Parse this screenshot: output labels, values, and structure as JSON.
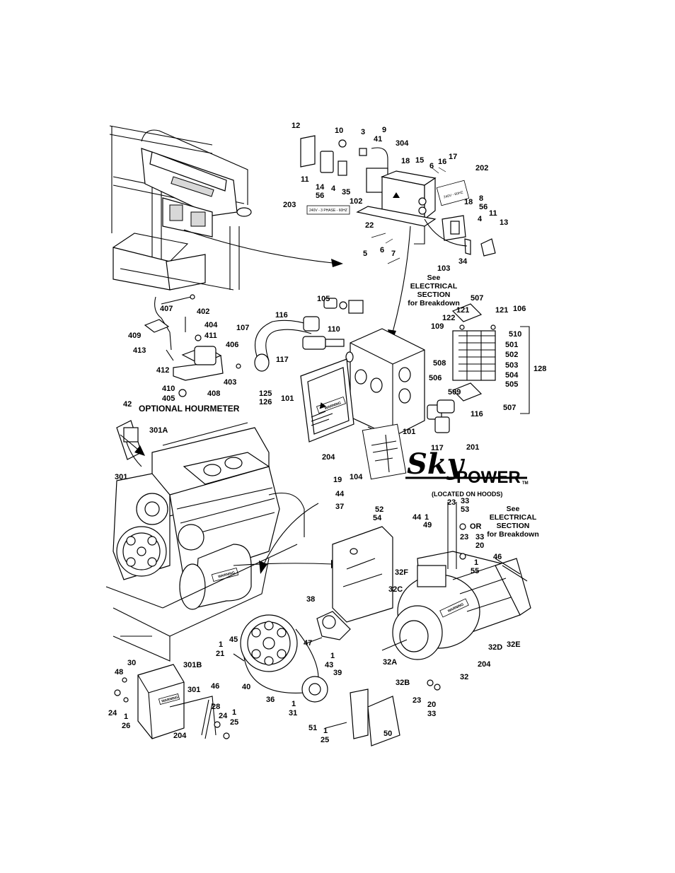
{
  "labels": [
    {
      "id": "12",
      "text": "12"
    },
    {
      "id": "10",
      "text": "10"
    },
    {
      "id": "3",
      "text": "3"
    },
    {
      "id": "9",
      "text": "9"
    },
    {
      "id": "41",
      "text": "41"
    },
    {
      "id": "304",
      "text": "304"
    },
    {
      "id": "18a",
      "text": "18"
    },
    {
      "id": "15",
      "text": "15"
    },
    {
      "id": "6a",
      "text": "6"
    },
    {
      "id": "16",
      "text": "16"
    },
    {
      "id": "17",
      "text": "17"
    },
    {
      "id": "202",
      "text": "202"
    },
    {
      "id": "11a",
      "text": "11"
    },
    {
      "id": "14",
      "text": "14"
    },
    {
      "id": "56a",
      "text": "56"
    },
    {
      "id": "4a",
      "text": "4"
    },
    {
      "id": "35",
      "text": "35"
    },
    {
      "id": "203",
      "text": "203"
    },
    {
      "id": "102",
      "text": "102"
    },
    {
      "id": "8",
      "text": "8"
    },
    {
      "id": "18b",
      "text": "18"
    },
    {
      "id": "56b",
      "text": "56"
    },
    {
      "id": "11b",
      "text": "11"
    },
    {
      "id": "4b",
      "text": "4"
    },
    {
      "id": "13",
      "text": "13"
    },
    {
      "id": "22",
      "text": "22"
    },
    {
      "id": "5",
      "text": "5"
    },
    {
      "id": "6b",
      "text": "6"
    },
    {
      "id": "7",
      "text": "7"
    },
    {
      "id": "34",
      "text": "34"
    },
    {
      "id": "103",
      "text": "103"
    },
    {
      "id": "105",
      "text": "105"
    },
    {
      "id": "507a",
      "text": "507"
    },
    {
      "id": "121a",
      "text": "121"
    },
    {
      "id": "121b",
      "text": "121"
    },
    {
      "id": "106",
      "text": "106"
    },
    {
      "id": "122",
      "text": "122"
    },
    {
      "id": "109",
      "text": "109"
    },
    {
      "id": "116a",
      "text": "116"
    },
    {
      "id": "110",
      "text": "110"
    },
    {
      "id": "107",
      "text": "107"
    },
    {
      "id": "407",
      "text": "407"
    },
    {
      "id": "402",
      "text": "402"
    },
    {
      "id": "404",
      "text": "404"
    },
    {
      "id": "411",
      "text": "411"
    },
    {
      "id": "409",
      "text": "409"
    },
    {
      "id": "406",
      "text": "406"
    },
    {
      "id": "413",
      "text": "413"
    },
    {
      "id": "412",
      "text": "412"
    },
    {
      "id": "403",
      "text": "403"
    },
    {
      "id": "408",
      "text": "408"
    },
    {
      "id": "410",
      "text": "410"
    },
    {
      "id": "405",
      "text": "405"
    },
    {
      "id": "117a",
      "text": "117"
    },
    {
      "id": "510",
      "text": "510"
    },
    {
      "id": "501",
      "text": "501"
    },
    {
      "id": "502",
      "text": "502"
    },
    {
      "id": "508",
      "text": "508"
    },
    {
      "id": "503",
      "text": "503"
    },
    {
      "id": "504",
      "text": "504"
    },
    {
      "id": "506",
      "text": "506"
    },
    {
      "id": "505",
      "text": "505"
    },
    {
      "id": "509",
      "text": "509"
    },
    {
      "id": "128",
      "text": "128"
    },
    {
      "id": "507b",
      "text": "507"
    },
    {
      "id": "125",
      "text": "125"
    },
    {
      "id": "126",
      "text": "126"
    },
    {
      "id": "101a",
      "text": "101"
    },
    {
      "id": "116b",
      "text": "116"
    },
    {
      "id": "42",
      "text": "42"
    },
    {
      "id": "301A",
      "text": "301A"
    },
    {
      "id": "101b",
      "text": "101"
    },
    {
      "id": "117b",
      "text": "117"
    },
    {
      "id": "201",
      "text": "201"
    },
    {
      "id": "204a",
      "text": "204"
    },
    {
      "id": "301",
      "text": "301"
    },
    {
      "id": "104",
      "text": "104"
    },
    {
      "id": "19",
      "text": "19"
    },
    {
      "id": "44a",
      "text": "44"
    },
    {
      "id": "37",
      "text": "37"
    },
    {
      "id": "23a",
      "text": "23"
    },
    {
      "id": "33a",
      "text": "33"
    },
    {
      "id": "53",
      "text": "53"
    },
    {
      "id": "52",
      "text": "52"
    },
    {
      "id": "54",
      "text": "54"
    },
    {
      "id": "44b",
      "text": "44"
    },
    {
      "id": "1a",
      "text": "1"
    },
    {
      "id": "49",
      "text": "49"
    },
    {
      "id": "23b",
      "text": "23"
    },
    {
      "id": "33b",
      "text": "33"
    },
    {
      "id": "20a",
      "text": "20"
    },
    {
      "id": "46a",
      "text": "46"
    },
    {
      "id": "1b",
      "text": "1"
    },
    {
      "id": "55",
      "text": "55"
    },
    {
      "id": "32F",
      "text": "32F"
    },
    {
      "id": "32C",
      "text": "32C"
    },
    {
      "id": "38",
      "text": "38"
    },
    {
      "id": "45",
      "text": "45"
    },
    {
      "id": "1c",
      "text": "1"
    },
    {
      "id": "21",
      "text": "21"
    },
    {
      "id": "47",
      "text": "47"
    },
    {
      "id": "1d",
      "text": "1"
    },
    {
      "id": "43",
      "text": "43"
    },
    {
      "id": "39",
      "text": "39"
    },
    {
      "id": "32A",
      "text": "32A"
    },
    {
      "id": "32E",
      "text": "32E"
    },
    {
      "id": "32D",
      "text": "32D"
    },
    {
      "id": "204b",
      "text": "204"
    },
    {
      "id": "32",
      "text": "32"
    },
    {
      "id": "32B",
      "text": "32B"
    },
    {
      "id": "30",
      "text": "30"
    },
    {
      "id": "48",
      "text": "48"
    },
    {
      "id": "301B",
      "text": "301B"
    },
    {
      "id": "40",
      "text": "40"
    },
    {
      "id": "36",
      "text": "36"
    },
    {
      "id": "23c",
      "text": "23"
    },
    {
      "id": "20b",
      "text": "20"
    },
    {
      "id": "33c",
      "text": "33"
    },
    {
      "id": "301c",
      "text": "301"
    },
    {
      "id": "46b",
      "text": "46"
    },
    {
      "id": "1e",
      "text": "1"
    },
    {
      "id": "31",
      "text": "31"
    },
    {
      "id": "24a",
      "text": "24"
    },
    {
      "id": "1f",
      "text": "1"
    },
    {
      "id": "26",
      "text": "26"
    },
    {
      "id": "28",
      "text": "28"
    },
    {
      "id": "24b",
      "text": "24"
    },
    {
      "id": "1g",
      "text": "1"
    },
    {
      "id": "25a",
      "text": "25"
    },
    {
      "id": "51",
      "text": "51"
    },
    {
      "id": "1h",
      "text": "1"
    },
    {
      "id": "25b",
      "text": "25"
    },
    {
      "id": "50",
      "text": "50"
    },
    {
      "id": "204c",
      "text": "204"
    }
  ],
  "notes": {
    "see_electrical_top": [
      "See",
      "ELECTRICAL",
      "SECTION",
      "for Breakdown"
    ],
    "see_electrical_right": [
      "See",
      "ELECTRICAL",
      "SECTION",
      "for Breakdown"
    ],
    "optional_hourmeter": "OPTIONAL HOURMETER",
    "located_on_hoods": "(LOCATED ON HOODS)",
    "or": "OR"
  },
  "decals": {
    "decal_203": "240V - 3 PHASE - 60HZ",
    "decal_202": "240V - 60HZ",
    "warning": "WARNING"
  },
  "brand": {
    "sky": "Sky",
    "power": "POWER",
    "tm": "TM"
  }
}
